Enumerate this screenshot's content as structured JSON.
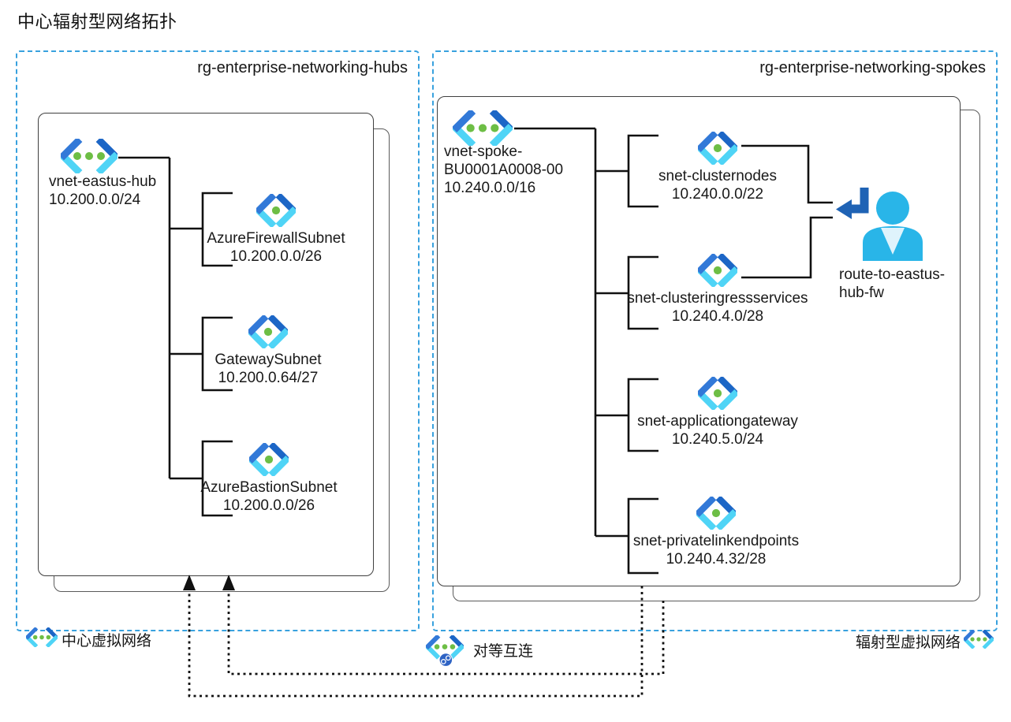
{
  "title": "中心辐射型网络拓扑",
  "hub_group": {
    "title": "rg-enterprise-networking-hubs",
    "vnet": {
      "name": "vnet-eastus-hub",
      "cidr": "10.200.0.0/24"
    },
    "subnets": [
      {
        "name": "AzureFirewallSubnet",
        "cidr": "10.200.0.0/26"
      },
      {
        "name": "GatewaySubnet",
        "cidr": "10.200.0.64/27"
      },
      {
        "name": "AzureBastionSubnet",
        "cidr": "10.200.0.0/26"
      }
    ]
  },
  "spoke_group": {
    "title": "rg-enterprise-networking-spokes",
    "vnet": {
      "name_line1": "vnet-spoke-",
      "name_line2": "BU0001A0008-00",
      "cidr": "10.240.0.0/16"
    },
    "subnets": [
      {
        "name": "snet-clusternodes",
        "cidr": "10.240.0.0/22"
      },
      {
        "name": "snet-clusteringressservices",
        "cidr": "10.240.4.0/28"
      },
      {
        "name": "snet-applicationgateway",
        "cidr": "10.240.5.0/24"
      },
      {
        "name": "snet-privatelinkendpoints",
        "cidr": "10.240.4.32/28"
      }
    ],
    "route": {
      "name_line1": "route-to-eastus-",
      "name_line2": "hub-fw"
    }
  },
  "legend": {
    "hub_vnet": "中心虚拟网络",
    "peering": "对等互连",
    "spoke_vnet": "辐射型虚拟网络"
  },
  "icons": {
    "vnet": "azure-virtual-network-icon",
    "subnet": "azure-subnet-icon",
    "peering": "vnet-peering-icon",
    "route": "route-table-user-icon"
  },
  "colors": {
    "resource_group_dash": "#38A1DE",
    "icon_blue_dark": "#1C66C6",
    "icon_blue": "#3279D8",
    "icon_cyan": "#4FD4F6",
    "icon_green": "#6DBE45",
    "peering_badge": "#2E63C4",
    "person_blue": "#29B5E8",
    "arrow_blue": "#1F63B5",
    "line_black": "#111111"
  }
}
